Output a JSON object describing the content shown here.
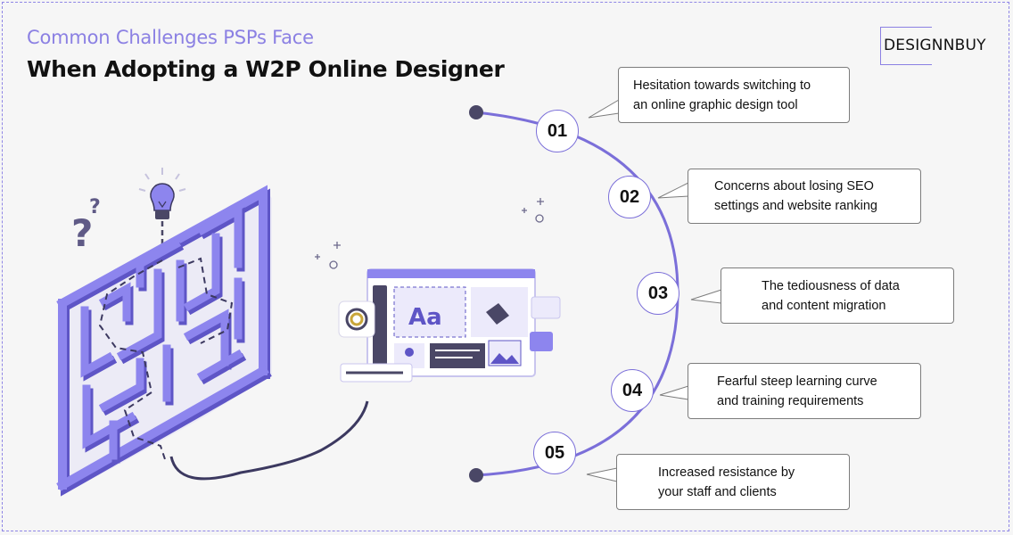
{
  "header": {
    "subtitle": "Common Challenges PSPs Face",
    "title": "When Adopting a W2P Online Designer"
  },
  "brand": {
    "logo_text": "DESIGNNBUY"
  },
  "illustration": {
    "maze": "maze-icon",
    "lightbulb": "lightbulb-icon",
    "question_marks": "question-mark-icon",
    "editor": "design-editor-icon",
    "editor_text": "Aa"
  },
  "colors": {
    "accent": "#7b6fd9",
    "maze_top": "#8d85ee",
    "maze_side": "#5e55c6",
    "dot": "#4a4766"
  },
  "challenges": [
    {
      "number": "01",
      "line1": "Hesitation towards switching to",
      "line2": "an online graphic design tool"
    },
    {
      "number": "02",
      "line1": "Concerns about losing SEO",
      "line2": "settings and website ranking"
    },
    {
      "number": "03",
      "line1": "The tediousness of data",
      "line2": "and content migration"
    },
    {
      "number": "04",
      "line1": "Fearful steep learning curve",
      "line2": "and training requirements"
    },
    {
      "number": "05",
      "line1": "Increased resistance by",
      "line2": "your staff and clients"
    }
  ]
}
